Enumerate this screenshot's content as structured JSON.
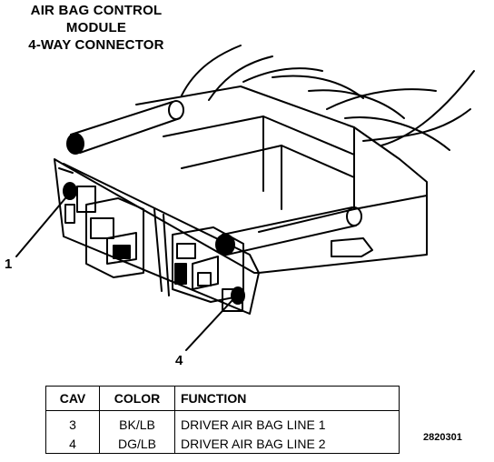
{
  "title_lines": [
    "AIR BAG CONTROL",
    "MODULE",
    "4-WAY CONNECTOR"
  ],
  "callouts": {
    "cavity_1": "1",
    "cavity_4": "4"
  },
  "table": {
    "headers": [
      "CAV",
      "COLOR",
      "FUNCTION"
    ],
    "rows": [
      [
        "3",
        "BK/LB",
        "DRIVER AIR BAG LINE 1"
      ],
      [
        "4",
        "DG/LB",
        "DRIVER AIR BAG LINE 2"
      ]
    ]
  },
  "figure_id": "2820301"
}
